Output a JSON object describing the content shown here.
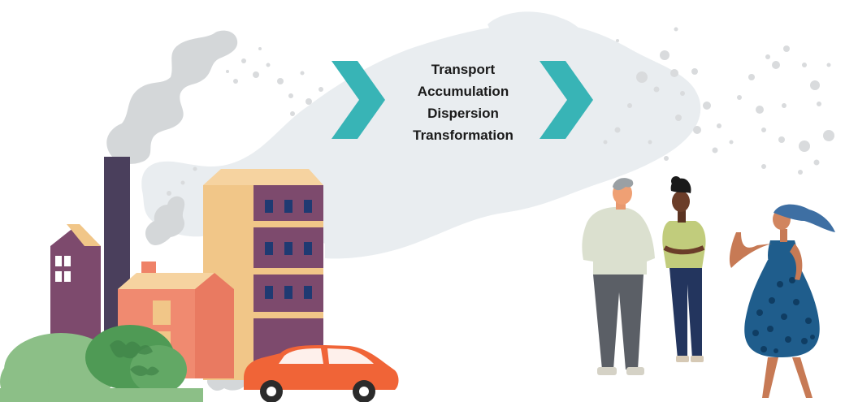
{
  "process_steps": [
    "Transport",
    "Accumulation",
    "Dispersion",
    "Transformation"
  ],
  "colors": {
    "smoke": "#e7ebee",
    "smoke_dark": "#d7dadc",
    "particles": "#dadcde",
    "arrow": "#38b4b6",
    "factory_purple": "#7d4a6d",
    "chimney": "#4a3f5c",
    "house_salmon": "#ef8268",
    "building_tan": "#f1c688",
    "car": "#f06437",
    "tree_green": "#8cbf87"
  },
  "icons": {
    "arrow_left": "chevron-right-icon",
    "arrow_right": "chevron-right-icon"
  }
}
